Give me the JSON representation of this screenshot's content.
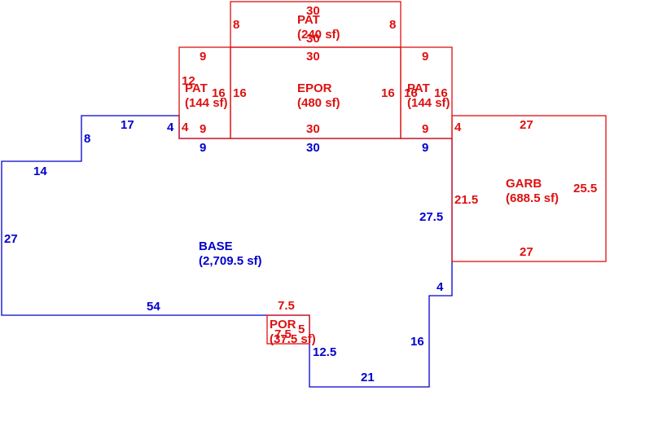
{
  "colors": {
    "base": "#0000cc",
    "addition": "#dd1111"
  },
  "areas": {
    "base": {
      "name": "BASE",
      "area": "(2,709.5 sf)"
    },
    "garb": {
      "name": "GARB",
      "area": "(688.5 sf)"
    },
    "epor": {
      "name": "EPOR",
      "area": "(480 sf)"
    },
    "pat_top": {
      "name": "PAT",
      "area": "(240 sf)"
    },
    "pat_left": {
      "name": "PAT",
      "area": "(144 sf)"
    },
    "pat_right": {
      "name": "PAT",
      "area": "(144 sf)"
    },
    "por": {
      "name": "POR",
      "area": "(37.5 sf)"
    }
  },
  "dims": {
    "base": {
      "top_left_17": "17",
      "step_8": "8",
      "step_14": "14",
      "left_27": "27",
      "bottom_54": "54",
      "notch_12_5": "12.5",
      "bottom_21": "21",
      "right_16": "16",
      "step_4_bottom": "4",
      "right_27_5": "27.5",
      "top_9_right": "9",
      "top_30": "30",
      "top_9_left": "9",
      "step_4_top": "4"
    },
    "garb": {
      "top": "27",
      "right": "25.5",
      "bottom": "27",
      "left": "21.5",
      "left_step": "4"
    },
    "epor": {
      "top": "30",
      "bottom": "30",
      "left": "16",
      "right": "16"
    },
    "pat_top": {
      "top": "30",
      "bottom": "30",
      "left": "8",
      "right": "8"
    },
    "pat_left": {
      "top": "9",
      "bottom": "9",
      "left": "12",
      "left_step": "4",
      "right": "16"
    },
    "pat_right": {
      "top": "9",
      "bottom": "9",
      "left": "16",
      "right": "16"
    },
    "por": {
      "top": "7.5",
      "side": "5",
      "overlap": "7.5"
    }
  }
}
